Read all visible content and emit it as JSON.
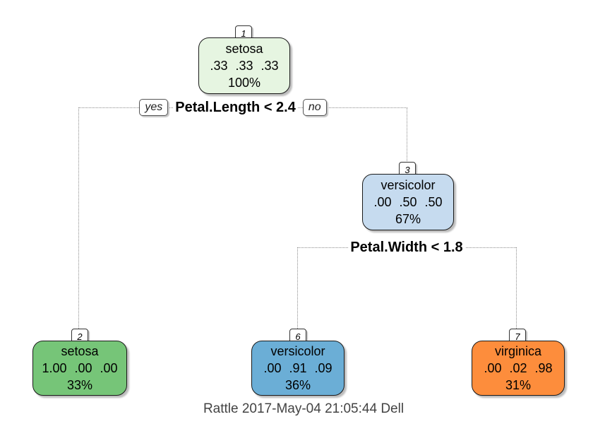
{
  "tree": {
    "nodes": [
      {
        "id": "1",
        "label": "setosa",
        "values": ".33 .33 .33",
        "percent": "100%",
        "color": "#e6f5e1"
      },
      {
        "id": "3",
        "label": "versicolor",
        "values": ".00 .50 .50",
        "percent": "67%",
        "color": "#c6dbef"
      },
      {
        "id": "2",
        "label": "setosa",
        "values": "1.00 .00 .00",
        "percent": "33%",
        "color": "#76c578"
      },
      {
        "id": "6",
        "label": "versicolor",
        "values": ".00 .91 .09",
        "percent": "36%",
        "color": "#6baed6"
      },
      {
        "id": "7",
        "label": "virginica",
        "values": ".00 .02 .98",
        "percent": "31%",
        "color": "#fd8d3c"
      }
    ],
    "splits": [
      {
        "condition": "Petal.Length < 2.4",
        "yes_label": "yes",
        "no_label": "no"
      },
      {
        "condition": "Petal.Width < 1.8"
      }
    ],
    "caption": "Rattle 2017-May-04 21:05:44 Dell",
    "edge_color": "#8c8c8c"
  }
}
